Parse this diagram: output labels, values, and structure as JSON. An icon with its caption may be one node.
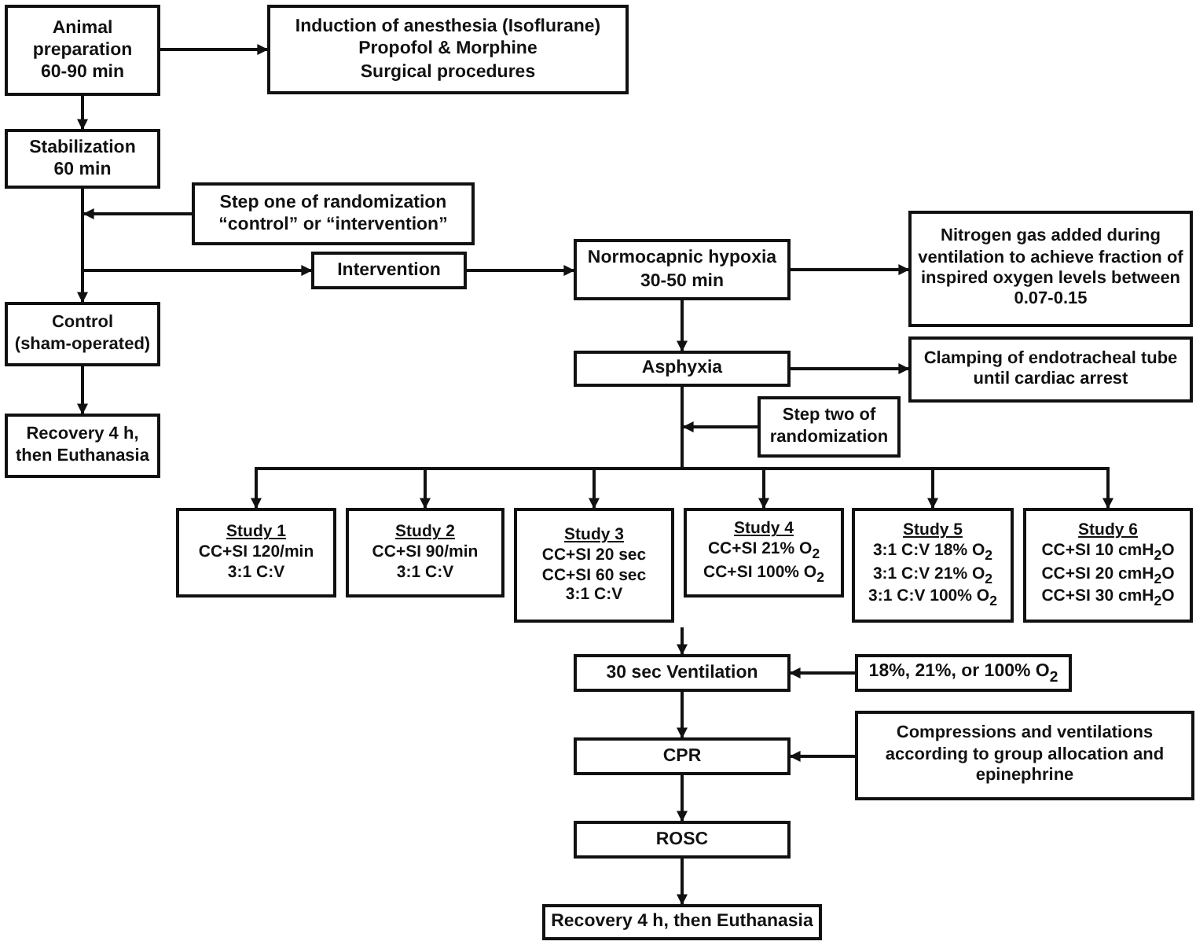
{
  "diagram": {
    "nodes": [
      {
        "text": [
          "Animal preparation 60-90 min"
        ]
      },
      {
        "text": [
          "Induction of anesthesia (Isoflurane)",
          "Propofol & Morphine",
          "Surgical procedures"
        ]
      },
      {
        "text": [
          "Stabilization 60 min"
        ]
      },
      {
        "text": [
          "Step one of randomization “control” or “intervention”"
        ]
      },
      {
        "text": [
          "Intervention"
        ]
      },
      {
        "text": [
          "Control",
          "(sham-operated)"
        ]
      },
      {
        "text": [
          "Recovery 4 h, then Euthanasia"
        ]
      },
      {
        "text": [
          "Normocapnic hypoxia 30-50 min"
        ]
      },
      {
        "text": [
          "Nitrogen gas added during ventilation to achieve fraction of inspired oxygen levels between 0.07-0.15"
        ]
      },
      {
        "text": [
          "Asphyxia"
        ]
      },
      {
        "text": [
          "Clamping of endotracheal tube until cardiac arrest"
        ]
      },
      {
        "text": [
          "Step two of randomization"
        ]
      },
      {
        "text": [
          "Study 1",
          "CC+SI 120/min",
          "3:1 C:V"
        ]
      },
      {
        "text": [
          "Study 2",
          "CC+SI 90/min",
          "3:1 C:V"
        ]
      },
      {
        "text": [
          "Study 3",
          "CC+SI 20 sec",
          "CC+SI 60 sec",
          "3:1 C:V"
        ]
      },
      {
        "text": [
          "Study 4",
          "CC+SI 21% O$_{2}$",
          "CC+SI 100% O$_{2}$"
        ]
      },
      {
        "text": [
          "Study 5",
          "3:1 C:V 18% O$_{2}$",
          "3:1 C:V 21% O$_{2}$",
          "3:1 C:V 100% O$_{2}$"
        ]
      },
      {
        "text": [
          "Study 6",
          "CC+SI 10 cmH$_{2}$O",
          "CC+SI 20 cmH$_{2}$O",
          "CC+SI 30 cmH$_{2}$O"
        ]
      },
      {
        "text": [
          "30 sec Ventilation"
        ]
      },
      {
        "text": [
          "18%, 21%, or 100% O$_{2}$"
        ]
      },
      {
        "text": [
          "CPR"
        ]
      },
      {
        "text": [
          "Compressions and ventilations according to group allocation and epinephrine"
        ]
      },
      {
        "text": [
          "ROSC"
        ]
      },
      {
        "text": [
          "Recovery 4 h, then Euthanasia"
        ]
      }
    ],
    "edges": [
      {
        "from": 0,
        "to": 1,
        "arrow": "to"
      },
      {
        "from": 0,
        "to": 2,
        "arrow": "to"
      },
      {
        "from": 2,
        "to": 5,
        "arrow": "to"
      },
      {
        "from": 2,
        "to": 4,
        "arrow": "to"
      },
      {
        "from": 5,
        "to": 6,
        "arrow": "to"
      },
      {
        "from": 3,
        "to": 2,
        "arrow": "to"
      },
      {
        "from": 4,
        "to": 7,
        "arrow": "to"
      },
      {
        "from": 7,
        "to": 8,
        "arrow": "to"
      },
      {
        "from": 7,
        "to": 9,
        "arrow": "to"
      },
      {
        "from": 9,
        "to": 10,
        "arrow": "to"
      },
      {
        "from": 11,
        "to": 9,
        "arrow": "to"
      },
      {
        "from": 9,
        "to": 12,
        "arrow": "to"
      },
      {
        "from": 9,
        "to": 13,
        "arrow": "to"
      },
      {
        "from": 9,
        "to": 14,
        "arrow": "to"
      },
      {
        "from": 9,
        "to": 15,
        "arrow": "to"
      },
      {
        "from": 9,
        "to": 16,
        "arrow": "to"
      },
      {
        "from": 9,
        "to": 17,
        "arrow": "to"
      },
      {
        "from": 14,
        "to": 18,
        "arrow": "to"
      },
      {
        "from": 19,
        "to": 18,
        "arrow": "to"
      },
      {
        "from": 18,
        "to": 20,
        "arrow": "to"
      },
      {
        "from": 21,
        "to": 20,
        "arrow": "to"
      },
      {
        "from": 20,
        "to": 22,
        "arrow": "to"
      },
      {
        "from": 22,
        "to": 23,
        "arrow": "to"
      }
    ]
  }
}
